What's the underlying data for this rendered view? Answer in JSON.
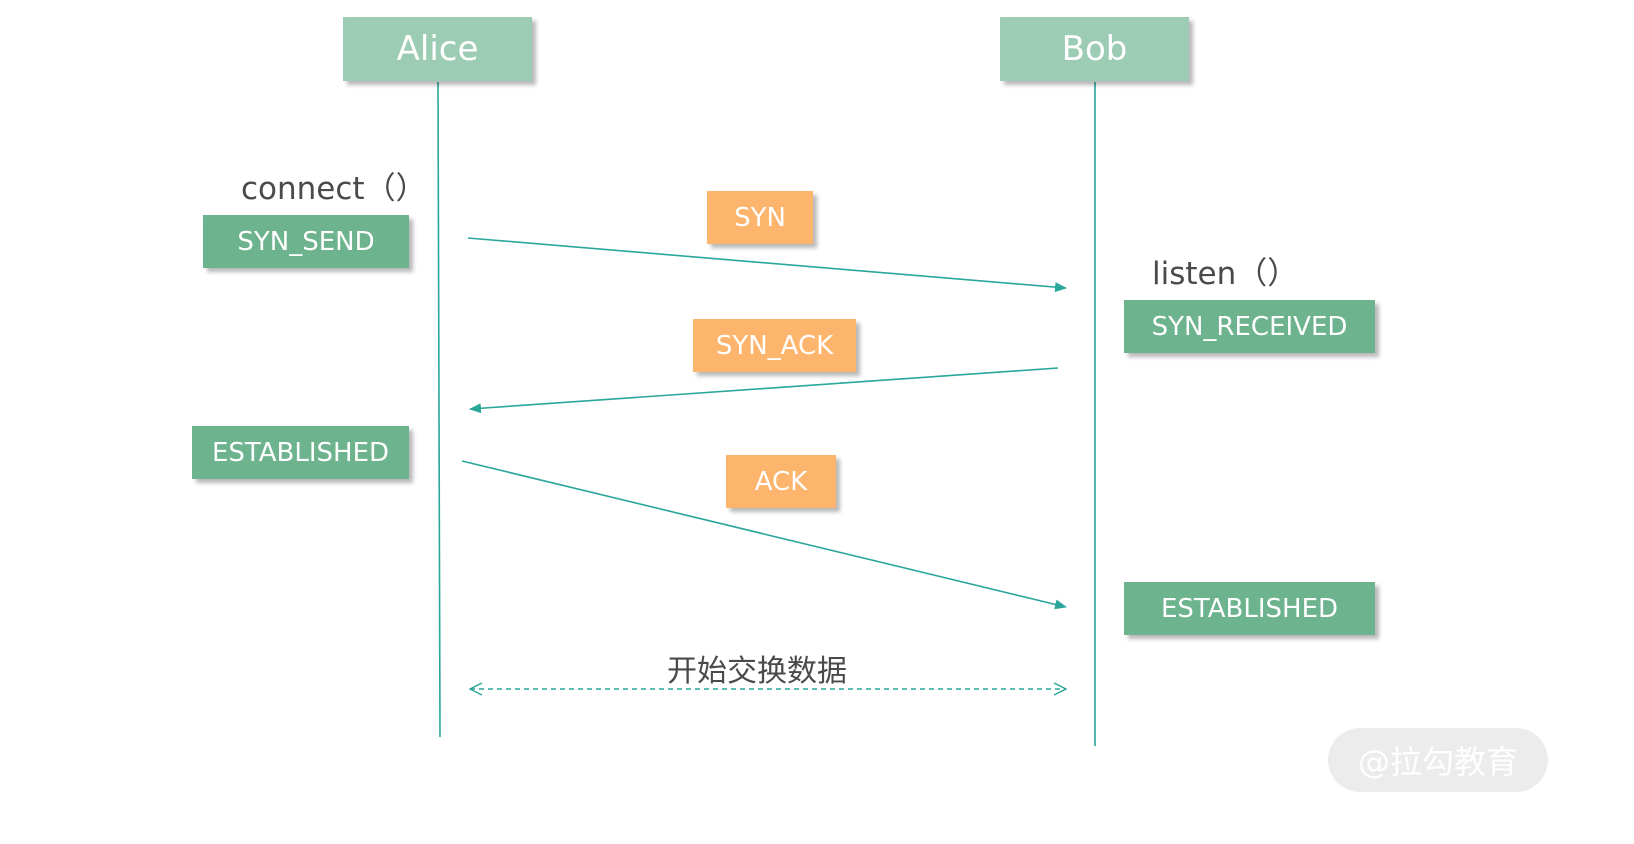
{
  "actors": {
    "alice": "Alice",
    "bob": "Bob"
  },
  "calls": {
    "alice": "connect（）",
    "bob": "listen（）"
  },
  "states": {
    "alice_syn_send": "SYN_SEND",
    "alice_established": "ESTABLISHED",
    "bob_syn_received": "SYN_RECEIVED",
    "bob_established": "ESTABLISHED"
  },
  "messages": {
    "syn": "SYN",
    "syn_ack": "SYN_ACK",
    "ack": "ACK"
  },
  "exchange_label": "开始交换数据",
  "watermark": "@拉勾教育",
  "colors": {
    "actor_box": "#9dccb5",
    "state_box": "#6db38e",
    "message_box": "#fdb46c",
    "line": "#2aa69a",
    "text": "#4a4a4a"
  }
}
